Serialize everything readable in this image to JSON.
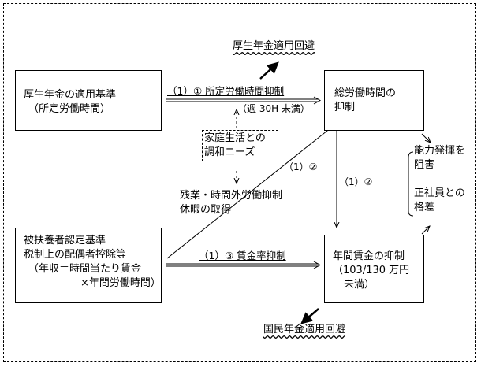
{
  "boxes": {
    "kosei_criteria": {
      "line1": "厚生年金の適用基準",
      "line2": "（所定労働時間）"
    },
    "dependent_criteria": {
      "line1": "被扶養者認定基準",
      "line2": "税制上の配偶者控除等",
      "line3": "（年収＝時間当たり賃金",
      "line4": "×年間労働時間）"
    },
    "total_hours": {
      "line1": "総労働時間の",
      "line2": "抑制"
    },
    "annual_wage": {
      "line1": "年間賃金の抑制",
      "line2": "（103/130 万円",
      "line3": "未満）"
    },
    "family_needs": {
      "line1": "家庭生活との",
      "line2": "調和ニーズ"
    }
  },
  "labels": {
    "kosei_avoid": "厚生年金適用回避",
    "kokumin_avoid": "国民年金適用回避",
    "arrow_1_1": "（1）①  所定労働時間抑制",
    "arrow_1_1_note": "（週 30H 未満）",
    "arrow_1_2_diag": "（1）②",
    "arrow_1_2_vert": "（1）②",
    "arrow_1_3": "（1）③  賃金率抑制",
    "overtime_line1": "残業・時間外労働抑制",
    "overtime_line2": "休暇の取得",
    "effects_line1": "能力発揮を",
    "effects_line2": "阻害",
    "effects_line3": "正社員との",
    "effects_line4": "格差"
  }
}
